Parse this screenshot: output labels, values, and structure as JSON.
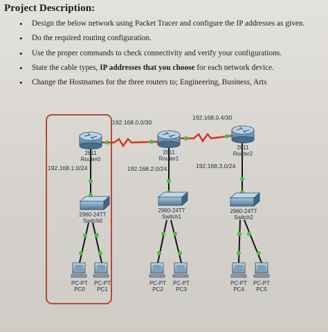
{
  "doc": {
    "title": "Project Description:",
    "bullets": [
      {
        "text": "Design the below network using Packet Tracer and configure the IP addresses as given.",
        "bold": ""
      },
      {
        "text": "Do the required routing configuration.",
        "bold": ""
      },
      {
        "text": "Use the proper commands to check connectivity and verify your configurations.",
        "bold": ""
      },
      {
        "pre": "State the cable types, ",
        "bold": "IP addresses that you choose",
        "post": " for each network device."
      },
      {
        "text": "Change the Hostnames for the three routers to; Engineering, Business, Arts",
        "bold": ""
      }
    ]
  },
  "network": {
    "links": {
      "r0_r1": "192.168.0.0/30",
      "r1_r2": "192.168.0.4/30"
    },
    "lans": {
      "lan0": "192.168.1.0/24",
      "lan1": "192.168.2.0/24",
      "lan2": "192.168.3.0/24"
    },
    "routers": [
      {
        "model": "2811",
        "name": "Router0"
      },
      {
        "model": "2811",
        "name": "Router1"
      },
      {
        "model": "2811",
        "name": "Router2"
      }
    ],
    "switches": [
      {
        "model": "2960-24TT",
        "name": "Switch0"
      },
      {
        "model": "2960-24TT",
        "name": "Switch1"
      },
      {
        "model": "2960-24TT",
        "name": "Switch2"
      }
    ],
    "pcs": [
      {
        "type": "PC-PT",
        "name": "PC0"
      },
      {
        "type": "PC-PT",
        "name": "PC1"
      },
      {
        "type": "PC-PT",
        "name": "PC2"
      },
      {
        "type": "PC-PT",
        "name": "PC3"
      },
      {
        "type": "PC-PT",
        "name": "PC4"
      },
      {
        "type": "PC-PT",
        "name": "PC5"
      }
    ],
    "colors": {
      "highlight_box": "#b5483a",
      "serial_link": "#d8321f",
      "link_dot": "#3fc43a",
      "cable": "#141414",
      "router_body": "#5f87a6",
      "switch_body": "#5f87a6"
    }
  }
}
